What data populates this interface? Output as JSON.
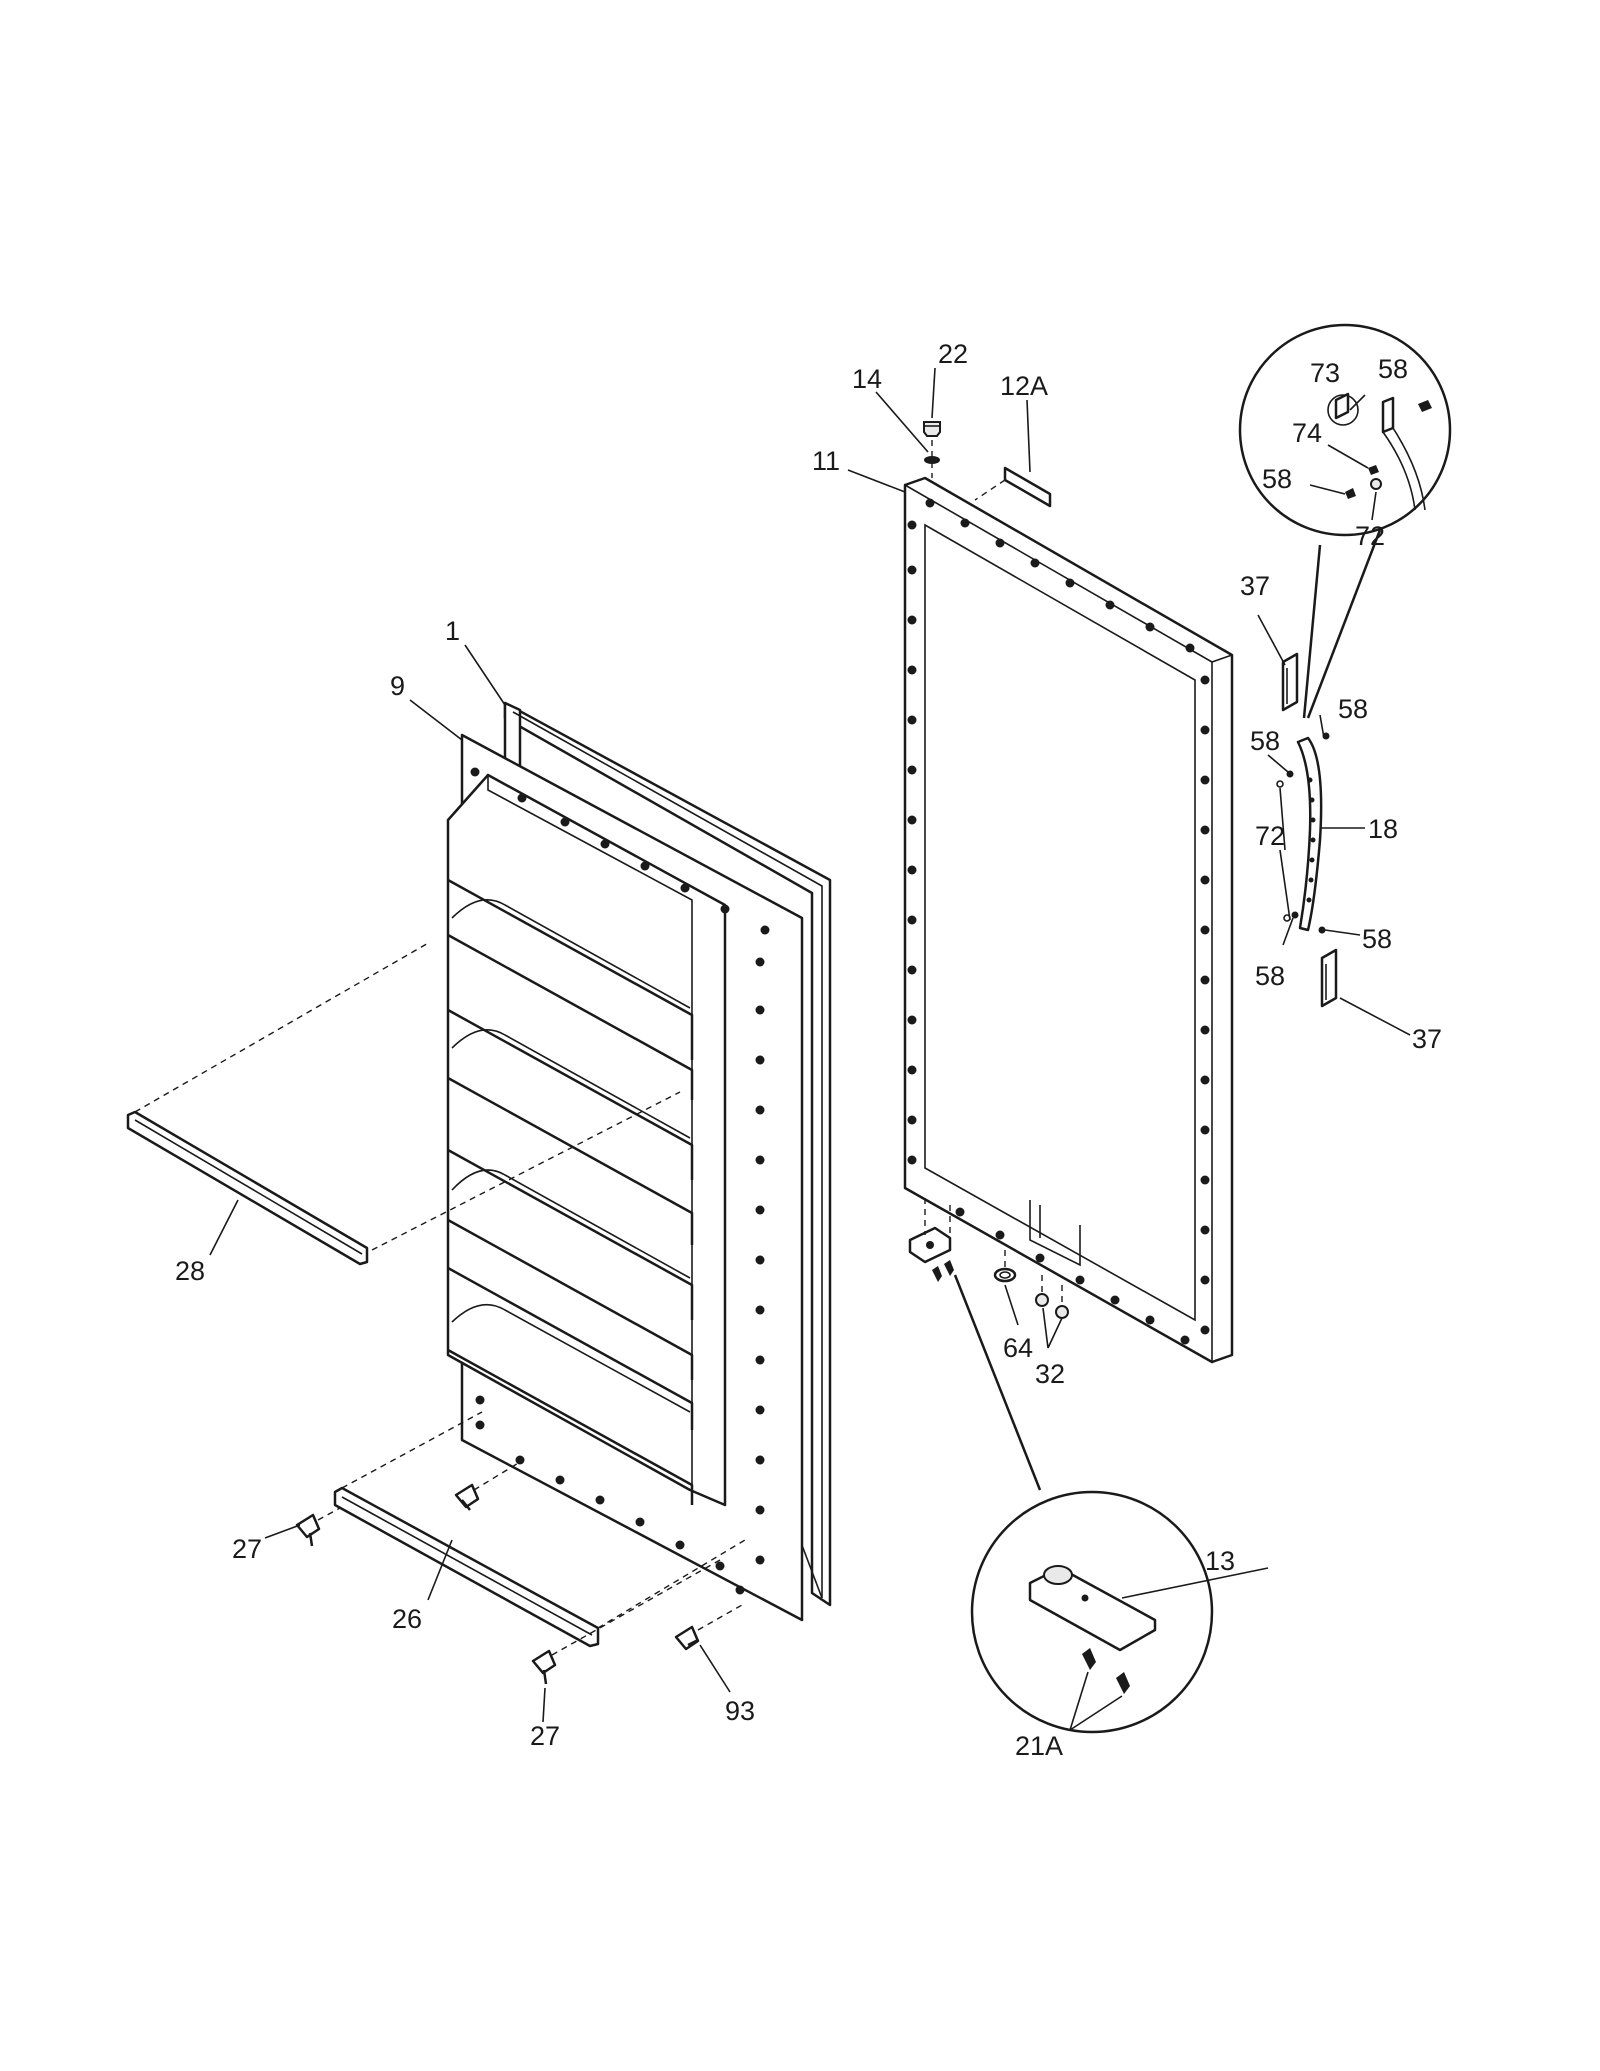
{
  "labels": {
    "part_1": "1",
    "part_9": "9",
    "part_11": "11",
    "part_12a": "12A",
    "part_13": "13",
    "part_14": "14",
    "part_18": "18",
    "part_21a": "21A",
    "part_22": "22",
    "part_26": "26",
    "part_27_top": "27",
    "part_27_bottom": "27",
    "part_28": "28",
    "part_32": "32",
    "part_37_top": "37",
    "part_37_bottom": "37",
    "part_58_a": "58",
    "part_58_b": "58",
    "part_58_c": "58",
    "part_58_d": "58",
    "part_58_e": "58",
    "part_58_f": "58",
    "part_64": "64",
    "part_72_a": "72",
    "part_72_b": "72",
    "part_73": "73",
    "part_74": "74",
    "part_93": "93"
  }
}
